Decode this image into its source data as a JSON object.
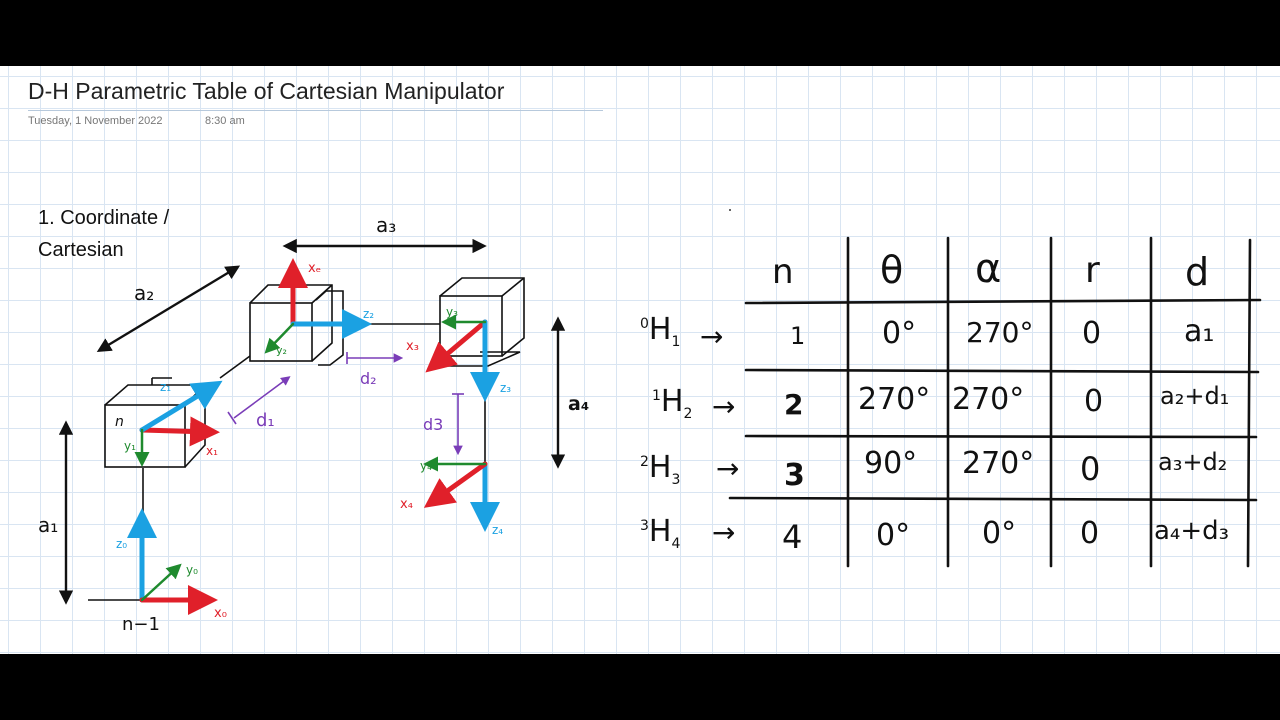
{
  "document": {
    "title": "D-H Parametric Table of Cartesian Manipulator",
    "date": "Tuesday, 1 November 2022",
    "time": "8:30 am",
    "heading_line1": "1. Coordinate /",
    "heading_line2": "Cartesian"
  },
  "diagram": {
    "link_labels": {
      "a1": "a₁",
      "a2": "a₂",
      "a3": "a₃",
      "a4": "a₄",
      "d1": "d₁",
      "d2": "d₂",
      "d3": "d3"
    },
    "frame_labels": {
      "x0": "x₀",
      "y0": "y₀",
      "z0": "z₀",
      "x1": "x₁",
      "z1": "z₁",
      "y1": "y₁",
      "xe": "xₑ",
      "y2": "y₂",
      "z2": "z₂",
      "y3": "y₃",
      "x3": "x₃",
      "z3": "z₃",
      "x4": "x₄",
      "y4": "y₄",
      "z4": "z₄",
      "n": "n",
      "n_minus_1": "n−1"
    },
    "colors": {
      "x_axis": "#e0202a",
      "y_axis": "#1f8a2e",
      "z_axis": "#1ba1e2",
      "distance": "#7a3db8",
      "ink": "#111111"
    }
  },
  "dh_table": {
    "headers": [
      "n",
      "θ",
      "α",
      "r",
      "d"
    ],
    "rows": [
      {
        "transform_sup": "0",
        "transform_sub": "1",
        "transform": "H",
        "arrow": "→",
        "n": "1",
        "theta": "0°",
        "alpha": "270°",
        "r": "0",
        "d": "a₁"
      },
      {
        "transform_sup": "1",
        "transform_sub": "2",
        "transform": "H",
        "arrow": "→",
        "n": "2",
        "theta": "270°",
        "alpha": "270°",
        "r": "0",
        "d": "a₂+d₁"
      },
      {
        "transform_sup": "2",
        "transform_sub": "3",
        "transform": "H",
        "arrow": "→",
        "n": "3",
        "theta": "90°",
        "alpha": "270°",
        "r": "0",
        "d": "a₃+d₂"
      },
      {
        "transform_sup": "3",
        "transform_sub": "4",
        "transform": "H",
        "arrow": "→",
        "n": "4",
        "theta": "0°",
        "alpha": "0°",
        "r": "0",
        "d": "a₄+d₃"
      }
    ]
  }
}
